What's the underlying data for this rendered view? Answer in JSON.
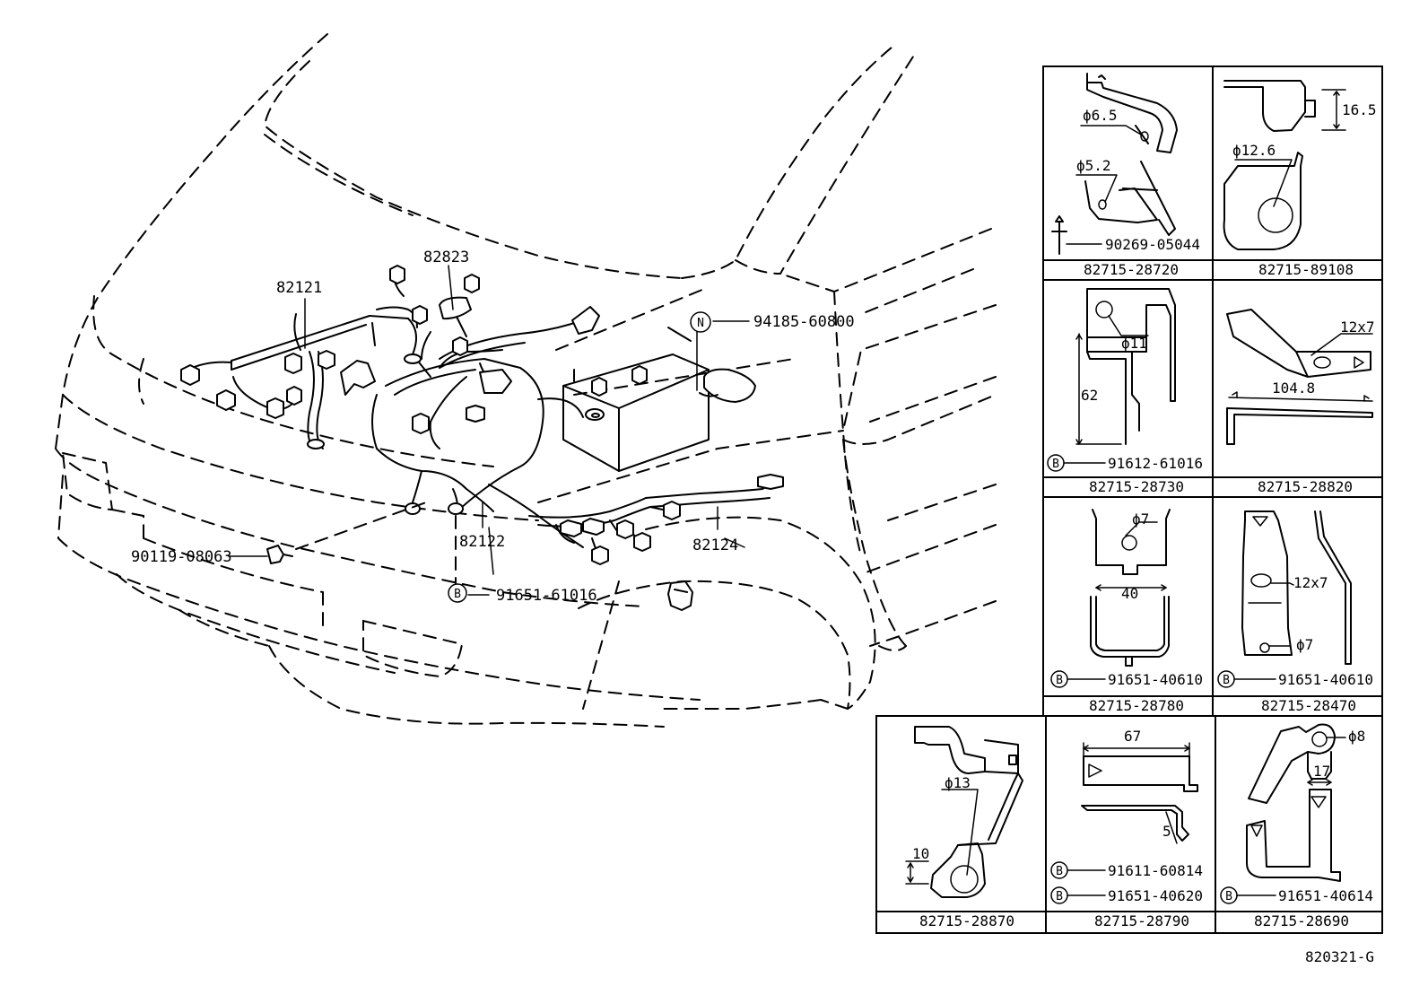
{
  "diagram_id": "820321-G",
  "main_labels": {
    "harness_82121": "82121",
    "clamp_82823": "82823",
    "harness_82122": "82122",
    "harness_82124": "82124",
    "bolt_90119": "90119-08063",
    "bolt_91651_61016": "91651-61016",
    "nut_94185": "94185-60800",
    "marker_b": "B",
    "marker_n": "N"
  },
  "brackets": [
    {
      "part": "82715-28720",
      "dims": [
        "ϕ6.5",
        "ϕ5.2"
      ],
      "fastener": "90269-05044"
    },
    {
      "part": "82715-89108",
      "dims": [
        "ϕ12.6",
        "16.5"
      ]
    },
    {
      "part": "82715-28730",
      "dims": [
        "ϕ11",
        "62"
      ],
      "fastener": "91612-61016"
    },
    {
      "part": "82715-28820",
      "dims": [
        "12x7",
        "104.8"
      ]
    },
    {
      "part": "82715-28780",
      "dims": [
        "ϕ7",
        "40"
      ],
      "fastener": "91651-40610"
    },
    {
      "part": "82715-28470",
      "dims": [
        "12x7",
        "ϕ7"
      ],
      "fastener": "91651-40610"
    },
    {
      "part": "82715-28870",
      "dims": [
        "ϕ13",
        "10"
      ]
    },
    {
      "part": "82715-28790",
      "dims": [
        "67",
        "5"
      ],
      "fasteners": [
        "91611-60814",
        "91651-40620"
      ]
    },
    {
      "part": "82715-28690",
      "dims": [
        "ϕ8",
        "17"
      ],
      "fastener": "91651-40614"
    }
  ]
}
